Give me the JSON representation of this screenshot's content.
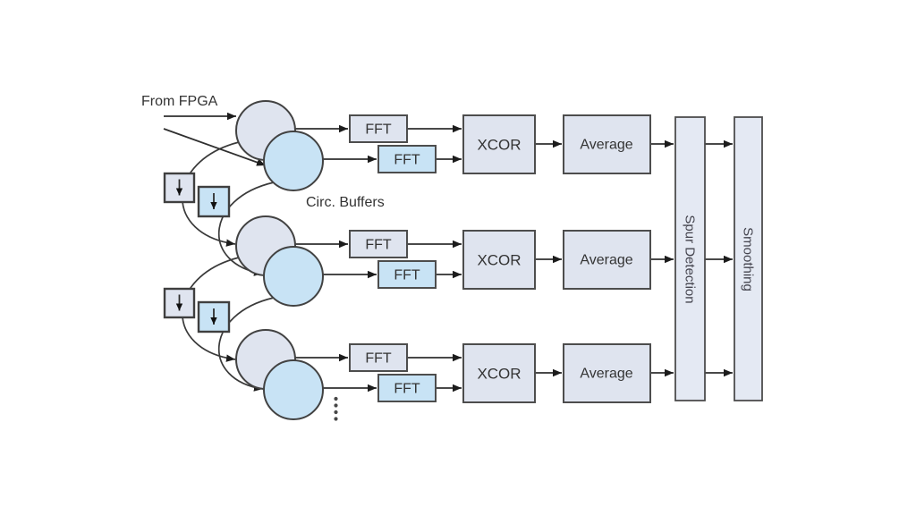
{
  "diagram": {
    "input_label": "From FPGA",
    "circ_buffers_label": "Circ. Buffers",
    "rows": [
      {
        "fft_top": "FFT",
        "fft_bottom": "FFT",
        "xcor": "XCOR",
        "average": "Average"
      },
      {
        "fft_top": "FFT",
        "fft_bottom": "FFT",
        "xcor": "XCOR",
        "average": "Average"
      },
      {
        "fft_top": "FFT",
        "fft_bottom": "FFT",
        "xcor": "XCOR",
        "average": "Average"
      }
    ],
    "spur_detection_label": "Spur Detection",
    "smoothing_label": "Smoothing",
    "colors": {
      "node_gray": "#dfe4ef",
      "node_blue": "#c8e3f5",
      "bar_fill": "#e4e9f3"
    }
  }
}
